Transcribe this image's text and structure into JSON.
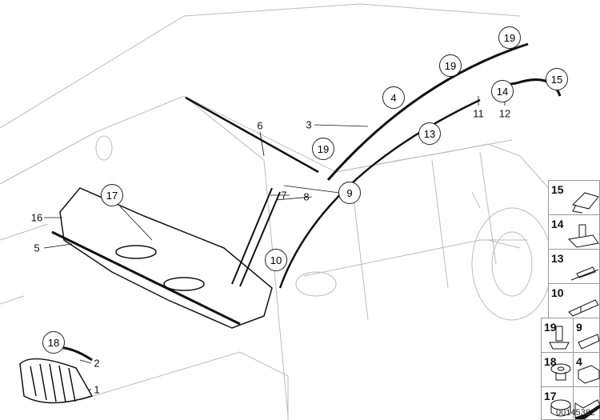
{
  "callouts_circled": {
    "c19a": "19",
    "c19b": "19",
    "c4": "4",
    "c14": "14",
    "c15": "15",
    "c13": "13",
    "c19c": "19",
    "c9": "9",
    "c17": "17",
    "c10": "10",
    "c18": "18"
  },
  "callouts_plain": {
    "p3": "3",
    "p11": "11",
    "p12": "12",
    "p6": "6",
    "p7": "7",
    "p8": "8",
    "p16": "16",
    "p5": "5",
    "p2": "2",
    "p1": "1"
  },
  "legend_panel": {
    "r15": "15",
    "r14": "14",
    "r13": "13",
    "r10": "10",
    "r19": "19",
    "r9": "9",
    "r18": "18",
    "r4": "4",
    "r17": "17"
  },
  "document_number": "00145382"
}
